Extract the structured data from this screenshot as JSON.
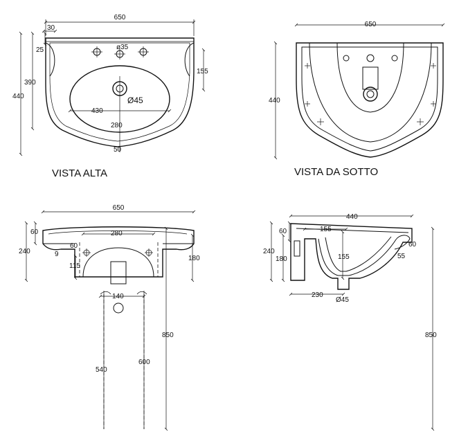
{
  "views": {
    "top": {
      "caption": "VISTA ALTA",
      "dims": {
        "width": "650",
        "thick": "30",
        "rim": "25",
        "depth": "390",
        "total": "440",
        "tap_hole": "ø35",
        "side": "155",
        "drain": "Ø45",
        "bowl_width": "430",
        "bowl_depth": "280",
        "front": "50"
      }
    },
    "bottom": {
      "caption": "VISTA DA SOTTO",
      "dims": {
        "width": "650",
        "depth": "440"
      }
    },
    "front": {
      "dims": {
        "width": "650",
        "top": "60",
        "inner": "280",
        "height": "240",
        "sixty": "60",
        "nine": "9",
        "one_fifteen": "115",
        "one_eighty": "180",
        "drain_spacing": "140",
        "h850": "850",
        "h600": "600",
        "h540": "540"
      }
    },
    "side": {
      "dims": {
        "depth": "440",
        "top": "60",
        "one_fifty_five": "155",
        "height": "240",
        "one_eighty": "180",
        "bowl": "155",
        "rim": "60",
        "lip": "55",
        "drain_dist": "230",
        "drain_dia": "Ø45",
        "h850": "850"
      }
    }
  }
}
